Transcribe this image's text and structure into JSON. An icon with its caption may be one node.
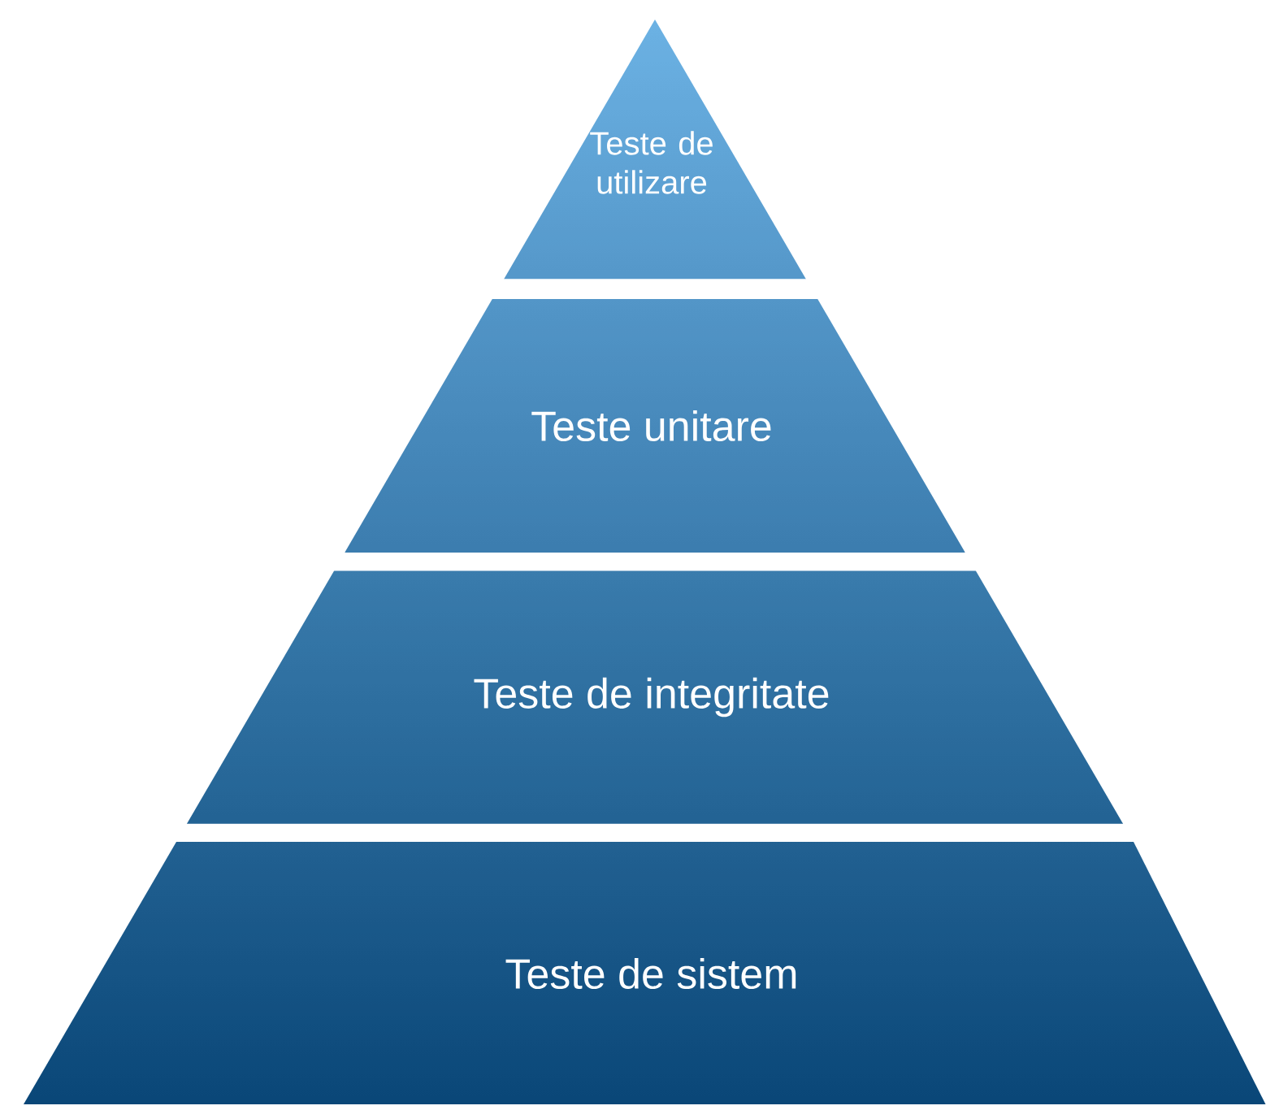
{
  "diagram": {
    "nodes": [
      {
        "text": [
          "Teste de utilizare"
        ]
      },
      {
        "text": [
          "Teste unitare"
        ]
      },
      {
        "text": [
          "Teste de integritate"
        ]
      },
      {
        "text": [
          "Teste de sistem"
        ]
      }
    ]
  }
}
